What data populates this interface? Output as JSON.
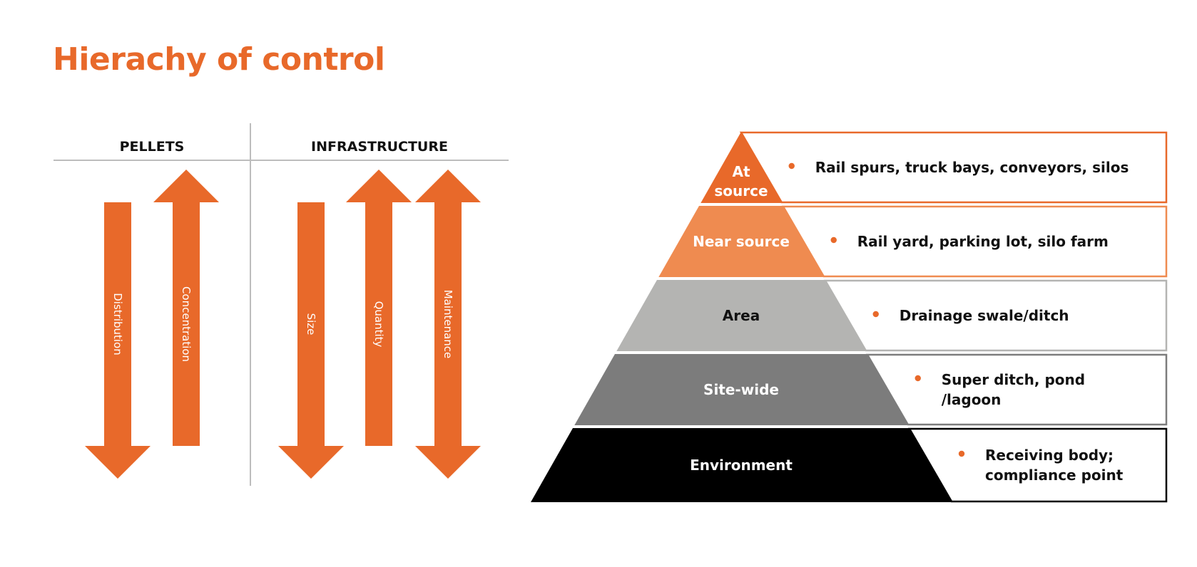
{
  "title": "Hierachy of control",
  "colors": {
    "accent": "#E8692A",
    "accent_light": "#EF8B50",
    "light_gray": "#B4B4B2",
    "mid_gray": "#7C7C7C",
    "black": "#000000",
    "divider": "#BDBDBD"
  },
  "columns": {
    "pellets": "PELLETS",
    "infrastructure": "INFRASTRUCTURE"
  },
  "arrows": [
    {
      "label": "Distribution",
      "direction": "down",
      "column": "pellets"
    },
    {
      "label": "Concentration",
      "direction": "up",
      "column": "pellets"
    },
    {
      "label": "Size",
      "direction": "down",
      "column": "infrastructure"
    },
    {
      "label": "Quantity",
      "direction": "up",
      "column": "infrastructure"
    },
    {
      "label": "Maintenance",
      "direction": "both",
      "column": "infrastructure"
    }
  ],
  "pyramid": [
    {
      "label_lines": [
        "At",
        "source"
      ],
      "items": [
        "Rail spurs, truck bays, conveyors, silos"
      ],
      "fill": "#E8692A",
      "text_color": "#ffffff",
      "border": "#E8692A"
    },
    {
      "label_lines": [
        "Near source"
      ],
      "items": [
        "Rail yard, parking lot, silo farm"
      ],
      "fill": "#EF8B50",
      "text_color": "#ffffff",
      "border": "#EF8B50"
    },
    {
      "label_lines": [
        "Area"
      ],
      "items": [
        "Drainage swale/ditch"
      ],
      "fill": "#B4B4B2",
      "text_color": "#111111",
      "border": "#B4B4B2"
    },
    {
      "label_lines": [
        "Site-wide"
      ],
      "items": [
        "Super ditch, pond",
        "/lagoon"
      ],
      "fill": "#7C7C7C",
      "text_color": "#ffffff",
      "border": "#7C7C7C"
    },
    {
      "label_lines": [
        "Environment"
      ],
      "items": [
        "Receiving body;",
        "compliance point"
      ],
      "fill": "#000000",
      "text_color": "#ffffff",
      "border": "#000000"
    }
  ]
}
